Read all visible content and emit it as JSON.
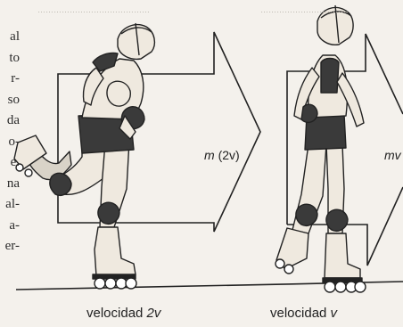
{
  "side_text": [
    "al",
    "to",
    "r-",
    "so",
    "da",
    "o-",
    "e.",
    "na",
    "al-",
    "a-",
    "er-"
  ],
  "top_text": {
    "left": "……………………………………",
    "right": "……………………………"
  },
  "labels": {
    "momentum_left": {
      "symbol": "m",
      "value": "(2v)"
    },
    "momentum_right": {
      "symbol": "mv"
    }
  },
  "captions": {
    "left": {
      "text": "velocidad ",
      "var": "2v"
    },
    "right": {
      "text": "velocidad ",
      "var": "v"
    }
  },
  "colors": {
    "ink": "#222222",
    "paper": "#f4f1ec",
    "pad": "#3a3a3a"
  }
}
